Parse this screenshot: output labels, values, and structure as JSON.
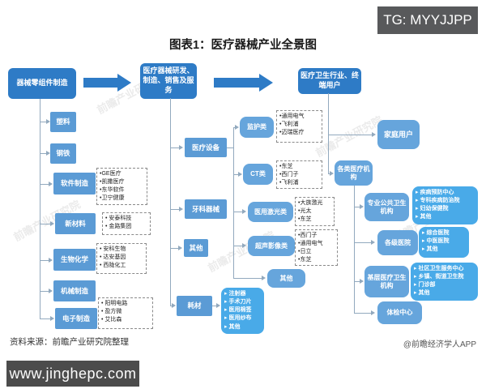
{
  "badge": "TG: MYYJJPP",
  "title": "图表1：医疗器械产业全景图",
  "watermark": "前瞻产业研究院",
  "flow": {
    "stage1": "器械零组件制造",
    "stage2": "医疗器械研发、制造、销售及服务",
    "stage3": "医疗卫生行业、终端用户"
  },
  "upstream": {
    "plastic": "塑料",
    "steel": "钢铁",
    "software": {
      "label": "软件制造",
      "companies": [
        "GE医疗",
        "凯撒医疗",
        "东华软件",
        "卫宁健康"
      ]
    },
    "new_materials": {
      "label": "新材料",
      "companies": [
        "安泰科技",
        "金路集团"
      ]
    },
    "biochem": {
      "label": "生物化学",
      "companies": [
        "安科生物",
        "达安基因",
        "西陇化工"
      ]
    },
    "machinery": "机械制造",
    "electronics": {
      "label": "电子制造",
      "companies": [
        "阳明电路",
        "盈方微",
        "艾比森"
      ]
    }
  },
  "midstream": {
    "medical_equipment": {
      "label": "医疗设备",
      "classes": [
        {
          "label": "监护类",
          "companies": [
            "通用电气",
            "飞利浦",
            "迈瑞医疗"
          ]
        },
        {
          "label": "CT类",
          "companies": [
            "东芝",
            "西门子",
            "飞利浦"
          ]
        },
        {
          "label": "医用激光类",
          "companies": [
            "大族激光",
            "光太",
            "东芝"
          ]
        },
        {
          "label": "超声影像类",
          "companies": [
            "西门子",
            "通用电气",
            "日立",
            "东芝"
          ]
        },
        {
          "label": "其他"
        }
      ]
    },
    "dental": "牙科器械",
    "other": "其他",
    "consumables": {
      "label": "耗材",
      "items": [
        "注射器",
        "手术刀片",
        "医用棉签",
        "医用纱布",
        "其他"
      ]
    }
  },
  "downstream": {
    "home_users": "家庭用户",
    "institutions": "各类医疗机构",
    "public_health": {
      "label": "专业公共卫生机构",
      "items": [
        "疾病预防中心",
        "专科疾病防治院",
        "妇幼保健院",
        "其他"
      ]
    },
    "hospitals": {
      "label": "各级医院",
      "items": [
        "综合医院",
        "中医医院",
        "其他"
      ]
    },
    "grassroots": {
      "label": "基层医疗卫生机构",
      "items": [
        "社区卫生服务中心",
        "乡镇、街道卫生院",
        "门诊部",
        "其他"
      ]
    },
    "checkup": "体检中心"
  },
  "footer": {
    "source": "资料来源：前瞻产业研究院整理",
    "credit": "@前瞻经济学人APP",
    "site": "www.jinghepc.com"
  }
}
